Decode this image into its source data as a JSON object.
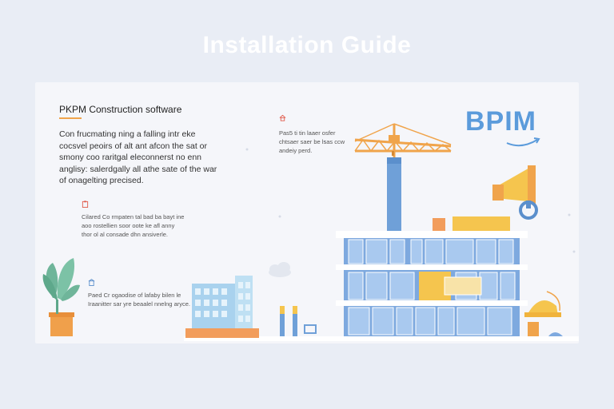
{
  "page": {
    "title": "Installation Guide"
  },
  "panel": {
    "brand_title": "PKPM Construction software",
    "intro_text": "Con frucmating ning a falling intr eke cocsvel peoirs of alt ant afcon the sat or smony coo raritgal eleconnerst no enn anglisy: salerdgally all athe sate of the war of onagelting precised.",
    "features": [
      {
        "icon": "clipboard-icon",
        "text": "Cilared Co rmpaten tal bad ba bayt ine aoo rostellien soor oote ke afl anny thor ol al consade dhn ansiverle."
      },
      {
        "icon": "building-icon",
        "text": "Paed Cr ogaodise of lafaby bilen le Iraanitter sar yre beaalel nnelng aryce."
      },
      {
        "icon": "home-icon",
        "text": "Pas5 ti tin laaer osfer chtsaer saer be lsas ccw andeiy perd."
      }
    ],
    "logo_text": "BPIM"
  },
  "colors": {
    "background": "#e9edf5",
    "panel": "#f5f6fa",
    "accent_orange": "#f0a44b",
    "building_blue": "#7ea9df",
    "building_yellow": "#f5c54e",
    "crane_orange": "#f0a44b",
    "plant_green": "#6fb59a",
    "logo_blue": "#5b9bdb"
  }
}
